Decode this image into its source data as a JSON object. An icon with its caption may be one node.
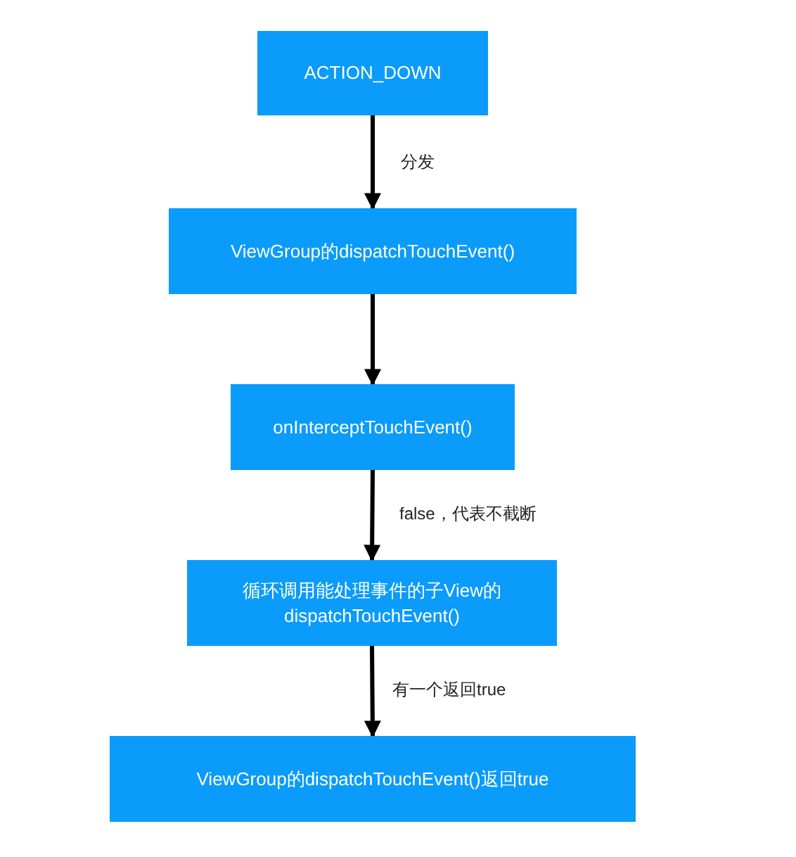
{
  "diagram": {
    "nodes": [
      {
        "text": [
          "ACTION_DOWN"
        ]
      },
      {
        "text": [
          "ViewGroup的dispatchTouchEvent()"
        ]
      },
      {
        "text": [
          "onInterceptTouchEvent()"
        ]
      },
      {
        "text": [
          "循环调用能处理事件的子View的 dispatchTouchEvent()"
        ]
      },
      {
        "text": [
          "ViewGroup的dispatchTouchEvent()返回true"
        ]
      }
    ],
    "edges": [
      {
        "from": 0,
        "to": 1,
        "arrow": "to",
        "label": "分发"
      },
      {
        "from": 1,
        "to": 2,
        "arrow": "to"
      },
      {
        "from": 2,
        "to": 3,
        "arrow": "to",
        "label": "false，代表不截断"
      },
      {
        "from": 3,
        "to": 4,
        "arrow": "to",
        "label": "有一个返回true"
      }
    ]
  }
}
